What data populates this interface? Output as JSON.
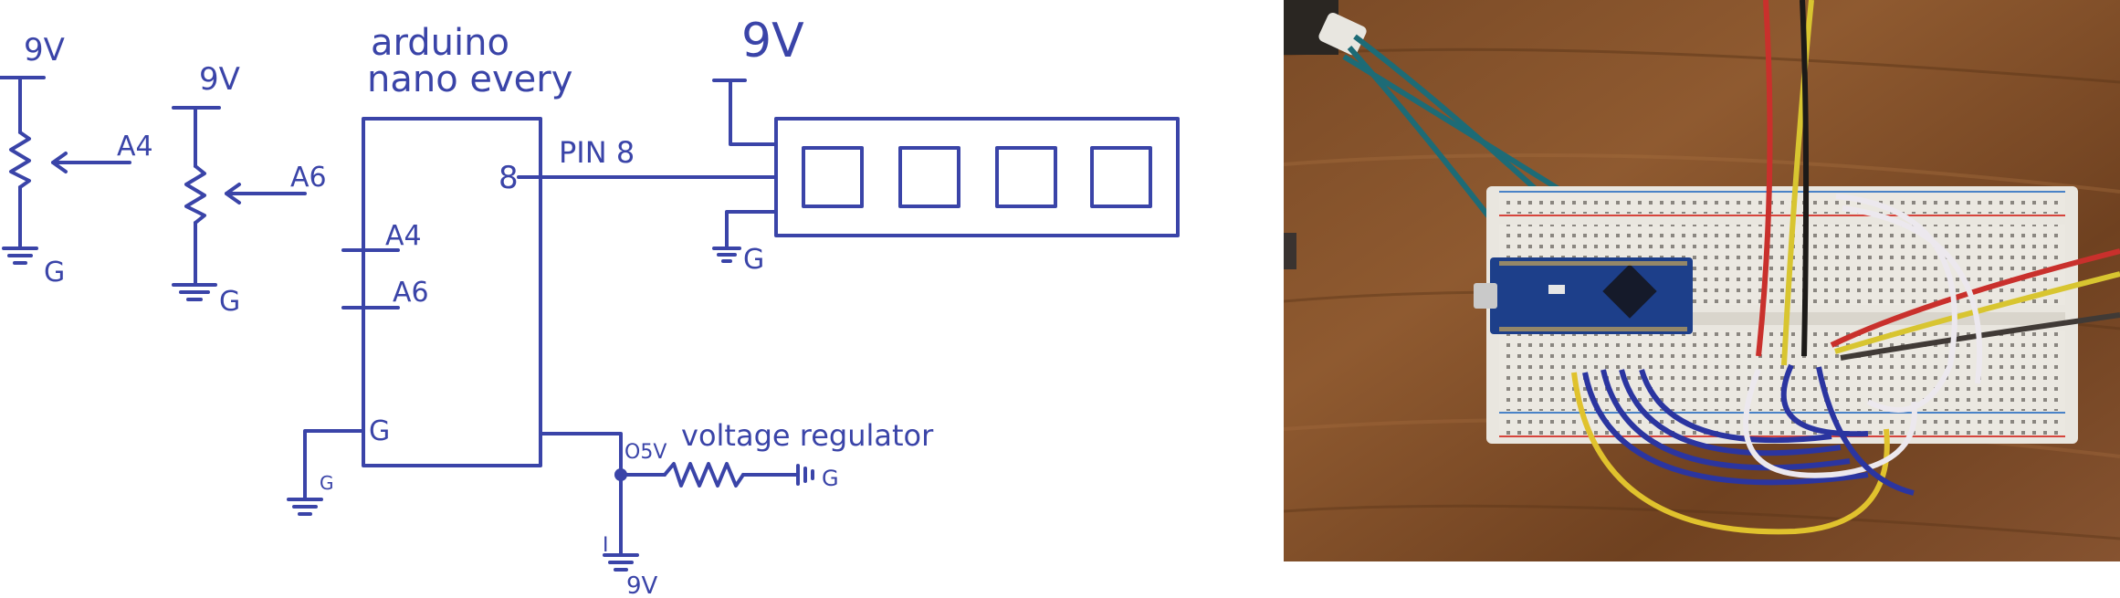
{
  "colors": {
    "ink": "#3a44a8",
    "wood_dark": "#6b3f1f",
    "wood_light": "#9a6136",
    "breadboard": "#e9e6df",
    "board_blue": "#1d3f8a"
  },
  "schematic": {
    "pot1": {
      "supply": "9V",
      "pin": "A4",
      "ground": "G"
    },
    "pot2": {
      "supply": "9V",
      "pin": "A6",
      "ground": "G"
    },
    "arduino": {
      "title_line1": "arduino",
      "title_line2": "nano every",
      "pin_8": "8",
      "pin_a4": "A4",
      "pin_a6": "A6",
      "pin_g": "G"
    },
    "led_strip": {
      "supply": "9V",
      "ground": "G",
      "signal": "PIN 8"
    },
    "regulator": {
      "label": "voltage regulator",
      "out": "O5V",
      "in": "I",
      "ground": "G",
      "in_supply": "9V",
      "arduino_ground": "G"
    }
  },
  "photo": {
    "icons": [
      "breadboard-icon",
      "arduino-nano-board-icon",
      "jumper-wire-icon",
      "usb-port-icon"
    ]
  }
}
